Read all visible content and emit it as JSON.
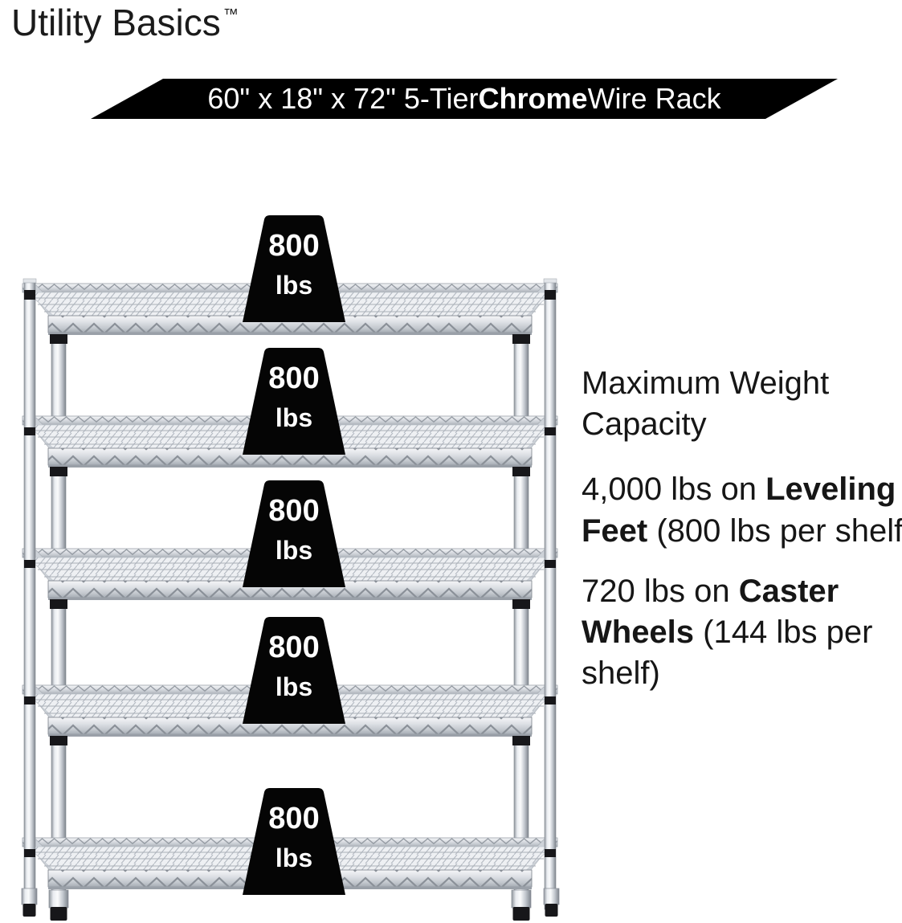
{
  "logo": {
    "text": "Utility Basics",
    "trademark": "™"
  },
  "banner": {
    "text_prefix": "60\" x 18\" x 72\" 5-Tier ",
    "text_bold": "Chrome",
    "text_suffix": " Wire Rack",
    "background_color": "#000000",
    "text_color": "#ffffff"
  },
  "rack": {
    "description": "5-tier chrome wire shelving rack with leveling feet",
    "tier_count": 5,
    "chrome_light": "#f5f6f8",
    "chrome_mid": "#c7ccd3",
    "chrome_dark": "#8a9098",
    "accent_black": "#17171a"
  },
  "weights": [
    {
      "value": "800",
      "unit": "lbs"
    },
    {
      "value": "800",
      "unit": "lbs"
    },
    {
      "value": "800",
      "unit": "lbs"
    },
    {
      "value": "800",
      "unit": "lbs"
    },
    {
      "value": "800",
      "unit": "lbs"
    }
  ],
  "info": {
    "heading": "Maximum Weight Capacity",
    "specs": [
      {
        "prefix": "4,000 lbs on ",
        "bold": "Leveling Feet",
        "suffix": " (800 lbs per shelf)"
      },
      {
        "prefix": "720 lbs on ",
        "bold": "Caster Wheels",
        "suffix": " (144 lbs per shelf)"
      }
    ],
    "text_color": "#161616"
  }
}
